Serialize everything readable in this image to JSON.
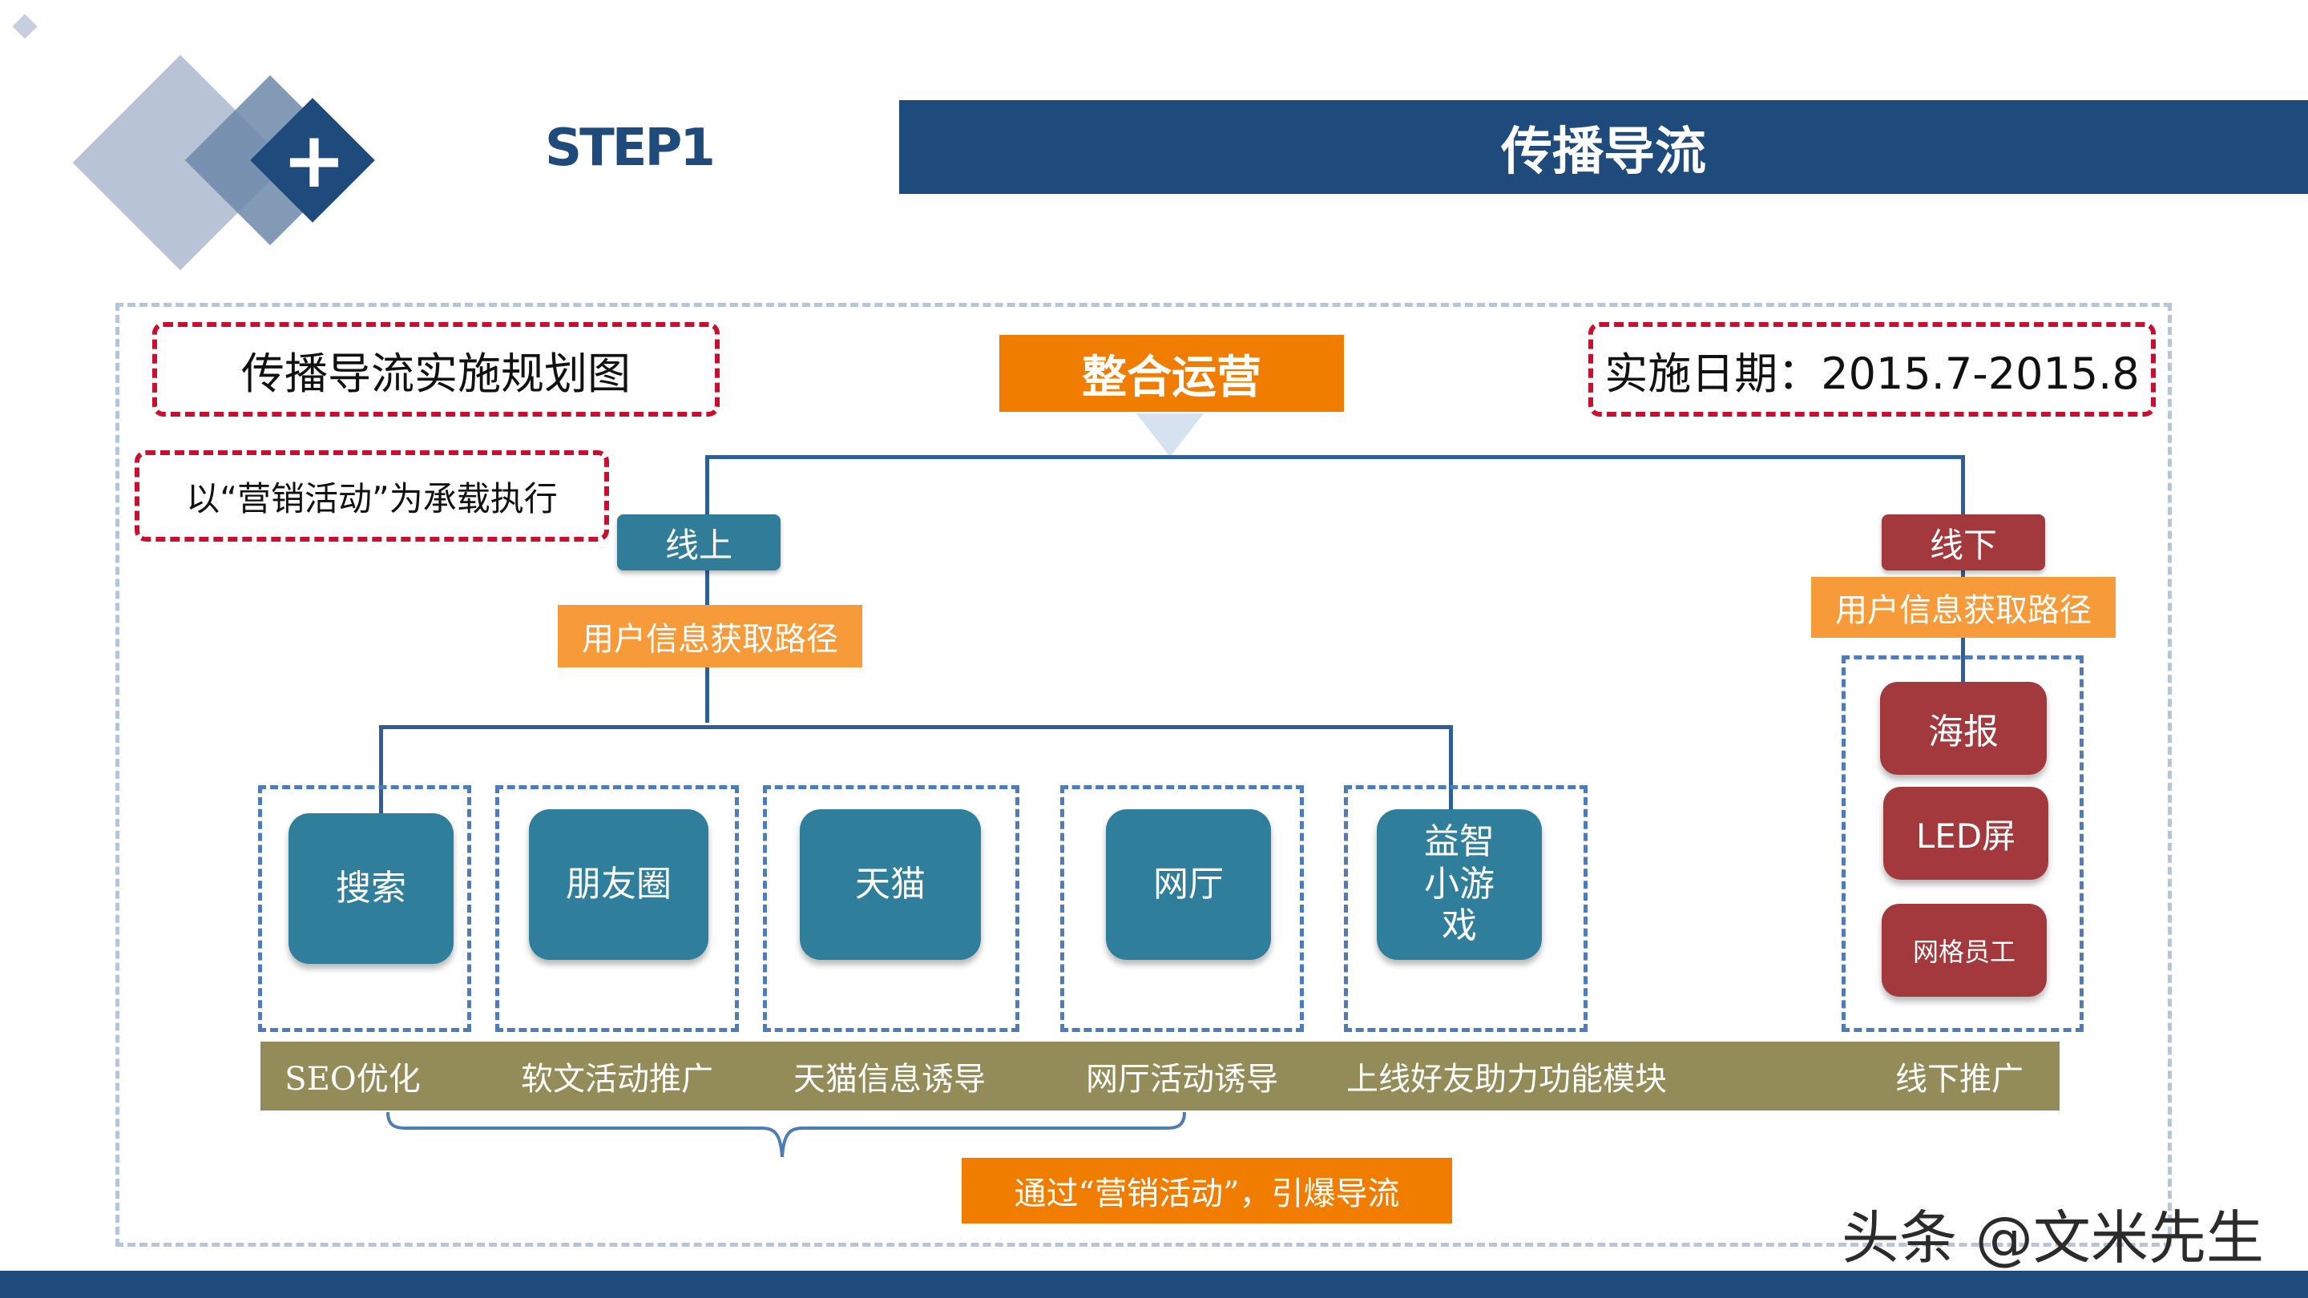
{
  "header": {
    "step": "STEP1",
    "title": "传播导流"
  },
  "callouts": {
    "plan_title": "传播导流实施规划图",
    "date": "实施日期：2015.7-2015.8",
    "carrier": "以“营销活动”为承载执行"
  },
  "core": {
    "label": "整合运营"
  },
  "online": {
    "label": "线上",
    "path": "用户信息获取路径",
    "channels": [
      {
        "label": "搜索",
        "method": "SEO优化"
      },
      {
        "label": "朋友圈",
        "method": "软文活动推广"
      },
      {
        "label": "天猫",
        "method": "天猫信息诱导"
      },
      {
        "label": "网厅",
        "method": "网厅活动诱导"
      },
      {
        "label": "益智\n小游\n戏",
        "method": "上线好友助力功能模块"
      }
    ]
  },
  "offline": {
    "label": "线下",
    "path": "用户信息获取路径",
    "channels": [
      "海报",
      "LED屏",
      "网格员工"
    ],
    "method": "线下推广"
  },
  "summary": "通过“营销活动”，引爆导流",
  "watermark": "头条 @文米先生",
  "colors": {
    "navy": "#1f4a7c",
    "teal": "#2f7f9c",
    "red": "#a3393d",
    "orange": "#f07d00",
    "olive": "#948c58",
    "dash_red": "#c8102e",
    "dash_blue": "#4d7cb6"
  },
  "icons": {
    "plus": "plus-icon",
    "arrow": "down-arrow-icon"
  }
}
